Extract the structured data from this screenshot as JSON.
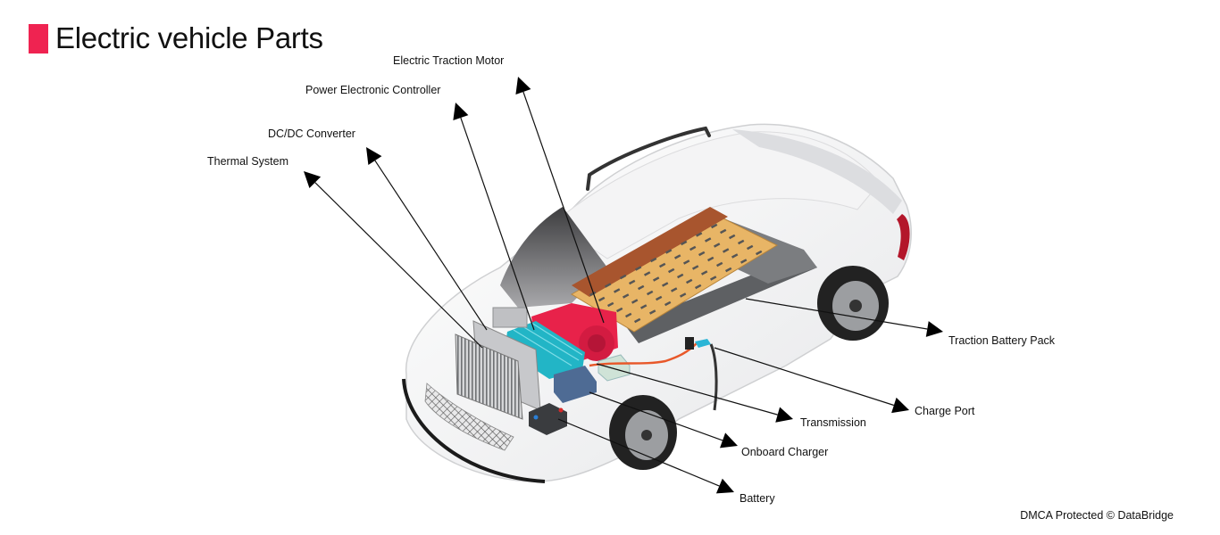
{
  "title": "Electric vehicle Parts",
  "accent_color": "#EF2351",
  "footer": "DMCA Protected © DataBridge",
  "callouts": [
    {
      "id": "electric-traction-motor",
      "label": "Electric Traction Motor"
    },
    {
      "id": "power-electronic-controller",
      "label": "Power Electronic Controller"
    },
    {
      "id": "dc-dc-converter",
      "label": "DC/DC Converter"
    },
    {
      "id": "thermal-system",
      "label": "Thermal System"
    },
    {
      "id": "traction-battery-pack",
      "label": "Traction Battery Pack"
    },
    {
      "id": "charge-port",
      "label": "Charge Port"
    },
    {
      "id": "transmission",
      "label": "Transmission"
    },
    {
      "id": "onboard-charger",
      "label": "Onboard Charger"
    },
    {
      "id": "battery",
      "label": "Battery"
    }
  ],
  "component_colors": {
    "battery_cells": "#E8B566",
    "battery_modules_brown": "#A8552E",
    "battery_casing_gray": "#6B6D70",
    "motor_red": "#E8224A",
    "controller_teal": "#22B5C6",
    "charger_blue": "#4E6B94",
    "radiator_gray": "#BFC1C4",
    "cable_orange": "#E8582A",
    "charge_plug_cyan": "#2BB5D6"
  }
}
